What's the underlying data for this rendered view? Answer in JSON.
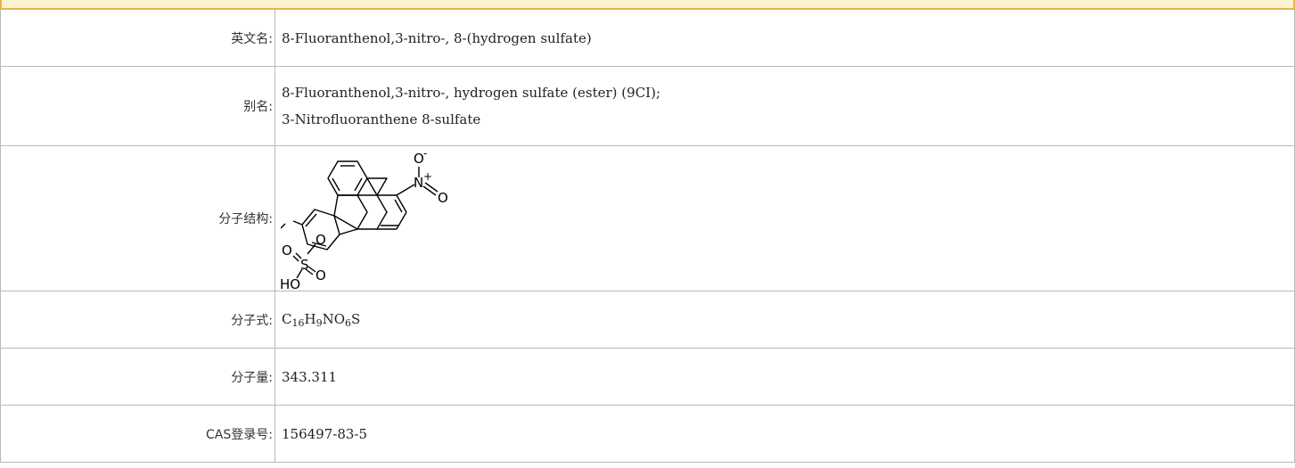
{
  "rows": {
    "english_name": {
      "label": "英文名:",
      "value": "8-Fluoranthenol,3-nitro-, 8-(hydrogen sulfate)"
    },
    "alias": {
      "label": "别名:",
      "values": [
        "8-Fluoranthenol,3-nitro-, hydrogen sulfate (ester) (9CI);",
        "3-Nitrofluoranthene 8-sulfate"
      ]
    },
    "structure": {
      "label": "分子结构:"
    },
    "formula": {
      "label": "分子式:",
      "parts": [
        "C",
        "16",
        "H",
        "9",
        "NO",
        "6",
        "S"
      ]
    },
    "mw": {
      "label": "分子量:",
      "value": "343.311"
    },
    "cas": {
      "label": "CAS登录号:",
      "value": "156497-83-5"
    }
  },
  "molecule": {
    "atoms": {
      "o_minus": "O",
      "minus": "-",
      "n_plus": "N",
      "plus": "+",
      "o_nitro": "O",
      "o_link": "O",
      "s": "S",
      "o_s1": "O",
      "o_s2": "O",
      "ho": "HO"
    }
  }
}
